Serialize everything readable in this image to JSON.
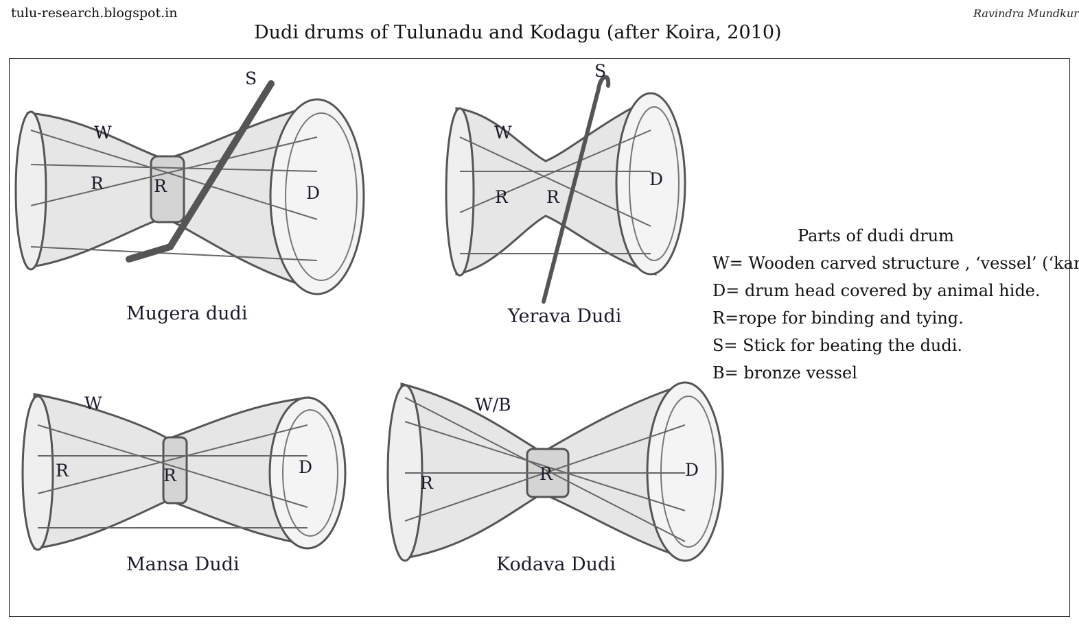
{
  "header": {
    "site": "tulu-research.blogspot.in",
    "author": "Ravindra Mundkur",
    "title": "Dudi drums of Tulunadu and Kodagu  (after Koira, 2010)"
  },
  "drums": [
    {
      "name": "Mugera dudi",
      "labels": [
        "S",
        "W",
        "R",
        "R",
        "D"
      ]
    },
    {
      "name": "Yerava Dudi",
      "labels": [
        "S",
        "W",
        "R",
        "R",
        "D"
      ]
    },
    {
      "name": "Mansa Dudi",
      "labels": [
        "W",
        "R",
        "R",
        "D"
      ]
    },
    {
      "name": "Kodava Dudi",
      "labels": [
        "W/B",
        "R",
        "R",
        "D"
      ]
    }
  ],
  "legend": {
    "heading": "Parts of dudi drum",
    "items": [
      "W= Wooden carved structure , ‘vessel’ (‘kara’)",
      "D= drum head covered by animal hide.",
      "R=rope for binding  and tying.",
      "S= Stick for beating the dudi.",
      "B= bronze vessel"
    ]
  },
  "colors": {
    "pencil": "#555555",
    "shade": "#d9d9d9",
    "ink": "#1a1a2a"
  }
}
